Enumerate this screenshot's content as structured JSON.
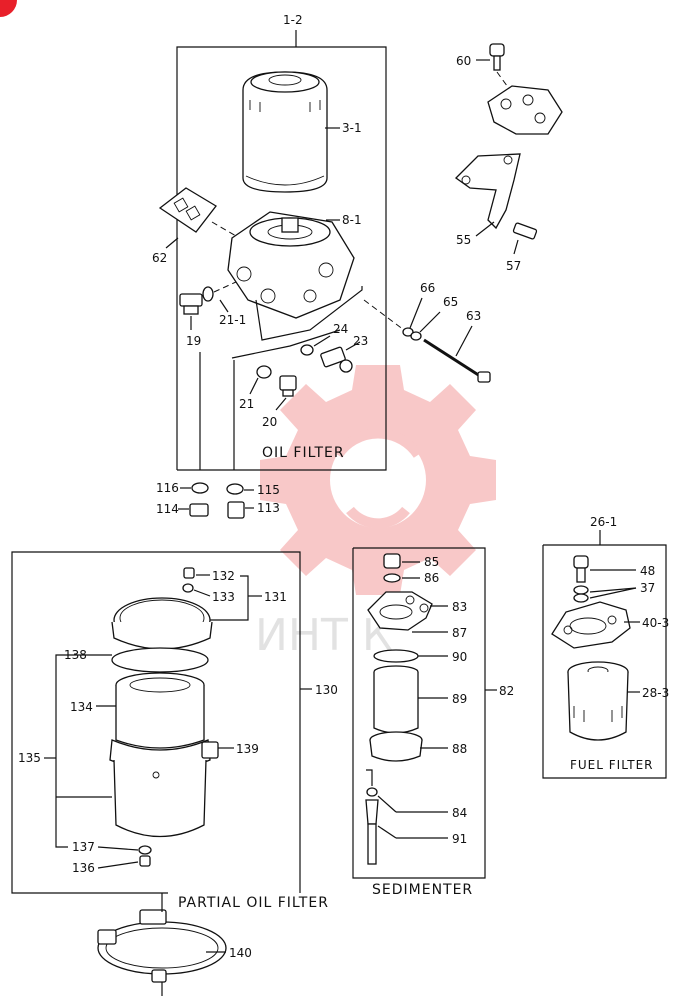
{
  "watermark": {
    "text": "ИНТ  К",
    "gear_color": "#e83c3c"
  },
  "badge_color": "#e8202a",
  "sections": {
    "oil_filter": {
      "title": "OIL FILTER",
      "ref": "1-2"
    },
    "partial_oil_filter": {
      "title": "PARTIAL OIL FILTER"
    },
    "sedimenter": {
      "title": "SEDIMENTER"
    },
    "fuel_filter": {
      "title": "FUEL FILTER",
      "ref": "26-1"
    }
  },
  "callouts": {
    "p3_1": "3-1",
    "p8_1": "8-1",
    "p62": "62",
    "p19": "19",
    "p21_1": "21-1",
    "p24": "24",
    "p23": "23",
    "p21": "21",
    "p20": "20",
    "p60": "60",
    "p55": "55",
    "p57": "57",
    "p66": "66",
    "p65": "65",
    "p63": "63",
    "p116": "116",
    "p115": "115",
    "p114": "114",
    "p113": "113",
    "p132": "132",
    "p133": "133",
    "p131": "131",
    "p138": "138",
    "p130": "130",
    "p134": "134",
    "p139": "139",
    "p135": "135",
    "p137": "137",
    "p136": "136",
    "p140": "140",
    "p85": "85",
    "p86": "86",
    "p83": "83",
    "p87": "87",
    "p90": "90",
    "p89": "89",
    "p82": "82",
    "p88": "88",
    "p84": "84",
    "p91": "91",
    "p48": "48",
    "p37": "37",
    "p40_3": "40-3",
    "p28_3": "28-3"
  }
}
